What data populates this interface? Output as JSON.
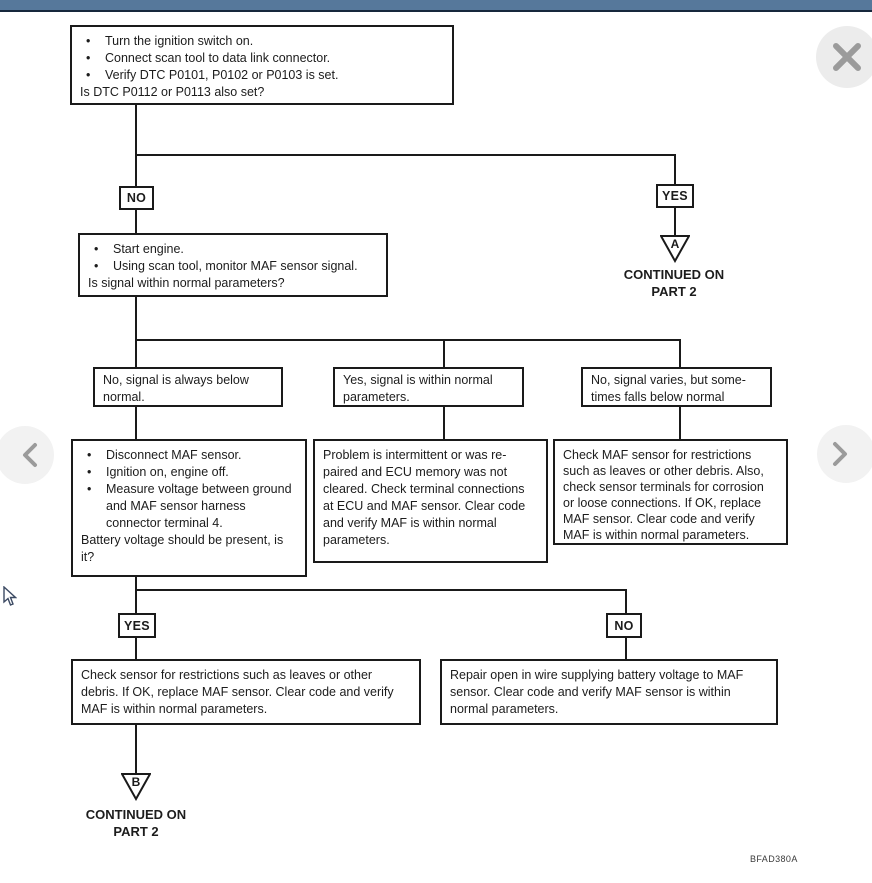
{
  "colors": {
    "titlebar": "#56789b",
    "titlebar_edge": "#16283c",
    "diagram_line": "#1a1a1a",
    "control_bg": "#ececec",
    "control_glyph": "#9b9b9b"
  },
  "flowchart": {
    "bullet_glyph": "•",
    "code_label": "BFAD380A",
    "step1": {
      "bullets": [
        "Turn the ignition switch on.",
        "Connect scan tool to data link connector.",
        "Verify DTC P0101, P0102 or P0103 is set."
      ],
      "question": "Is DTC P0112 or P0113 also set?"
    },
    "decision1": {
      "no": "NO",
      "yes": "YES"
    },
    "continue_a": {
      "letter": "A",
      "caption_line1": "CONTINUED ON",
      "caption_line2": "PART 2"
    },
    "step2": {
      "bullets": [
        "Start engine.",
        "Using scan tool, monitor MAF sensor signal."
      ],
      "question": "Is signal within normal parameters?"
    },
    "branch_left": {
      "line1": "No, signal is always below",
      "line2": "normal."
    },
    "branch_mid": {
      "line1": "Yes, signal is within normal",
      "line2": "parameters."
    },
    "branch_right": {
      "line1": "No, signal varies, but some-",
      "line2": "times falls below normal"
    },
    "action_left": {
      "bullets": [
        "Disconnect MAF sensor.",
        "Ignition on, engine off.",
        "Measure voltage between ground and MAF sensor harness connector terminal 4."
      ],
      "question": "Battery voltage should be present, is it?"
    },
    "action_mid": "Problem is intermittent or was re-paired and ECU memory was not cleared. Check terminal connections at ECU and MAF sensor. Clear code and verify MAF is within normal parameters.",
    "action_right": "Check MAF sensor for restrictions such as leaves or other debris. Also, check sensor terminals for corrosion or loose connections. If OK, replace MAF sensor. Clear code and verify MAF is within normal parameters.",
    "decision2": {
      "yes": "YES",
      "no": "NO"
    },
    "result_yes": "Check sensor for restrictions such as leaves or other debris. If OK, replace MAF sensor. Clear code and verify MAF is within normal parameters.",
    "result_no": "Repair open in wire supplying battery voltage to MAF sensor. Clear code and verify MAF sensor is within normal parameters.",
    "continue_b": {
      "letter": "B",
      "caption_line1": "CONTINUED ON",
      "caption_line2": "PART 2"
    }
  }
}
